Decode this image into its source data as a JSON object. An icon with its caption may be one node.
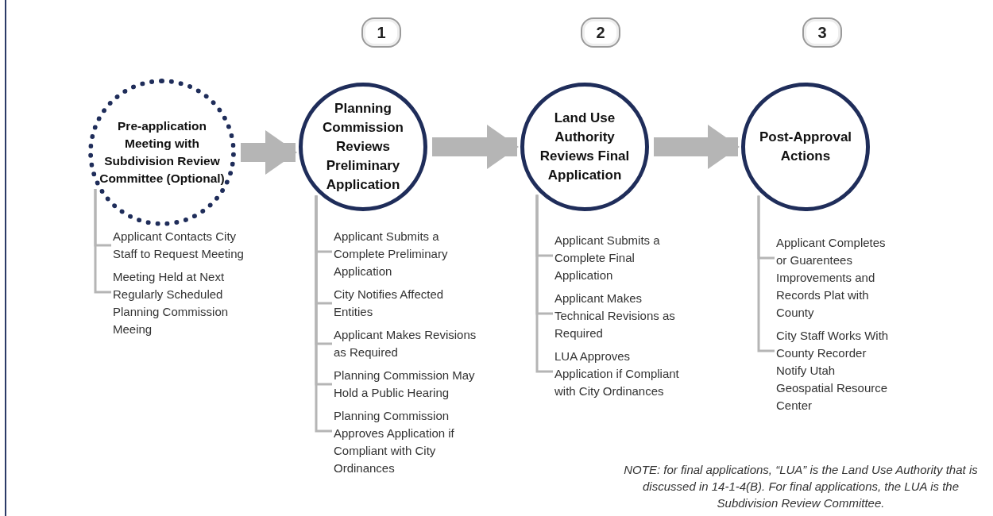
{
  "diagram": {
    "nodes": [
      {
        "text": [
          "Pre-application Meeting with Subdivision Review Committee (Optional)"
        ]
      },
      {
        "text": [
          "1"
        ]
      },
      {
        "text": [
          "Planning Commission Reviews Preliminary Application"
        ]
      },
      {
        "text": [
          "2"
        ]
      },
      {
        "text": [
          "Land Use Authority Reviews Final Application"
        ]
      },
      {
        "text": [
          "3"
        ]
      },
      {
        "text": [
          "Post-Approval Actions"
        ]
      },
      {
        "text": [
          "Applicant Contacts City Staff to Request Meeting"
        ]
      },
      {
        "text": [
          "Meeting Held at Next Regularly Scheduled Planning Commission Meeing"
        ]
      },
      {
        "text": [
          "Applicant Submits a Complete Preliminary Application"
        ]
      },
      {
        "text": [
          "City Notifies Affected Entities"
        ]
      },
      {
        "text": [
          "Applicant Makes Revisions as Required"
        ]
      },
      {
        "text": [
          "Planning Commission May Hold a Public Hearing"
        ]
      },
      {
        "text": [
          "Planning Commission Approves Application if Compliant with City Ordinances"
        ]
      },
      {
        "text": [
          "Applicant Submits a Complete Final Application"
        ]
      },
      {
        "text": [
          "Applicant Makes Technical Revisions as Required"
        ]
      },
      {
        "text": [
          "LUA Approves Application if Compliant with City Ordinances"
        ]
      },
      {
        "text": [
          "Applicant Completes or Guarentees Improvements and Records Plat with County"
        ]
      },
      {
        "text": [
          "City Staff Works With County Recorder Notify Utah Geospatial Resource Center"
        ]
      }
    ],
    "edges": [
      {
        "from": 0,
        "to": 2,
        "arrow": "to",
        "style": "thick"
      },
      {
        "from": 2,
        "to": 4,
        "arrow": "to",
        "style": "thick"
      },
      {
        "from": 4,
        "to": 6,
        "arrow": "to",
        "style": "thick"
      },
      {
        "from": 0,
        "to": 7,
        "arrow": "none"
      },
      {
        "from": 0,
        "to": 8,
        "arrow": "none"
      },
      {
        "from": 2,
        "to": 9,
        "arrow": "none"
      },
      {
        "from": 2,
        "to": 10,
        "arrow": "none"
      },
      {
        "from": 2,
        "to": 11,
        "arrow": "none"
      },
      {
        "from": 2,
        "to": 12,
        "arrow": "none"
      },
      {
        "from": 2,
        "to": 13,
        "arrow": "none"
      },
      {
        "from": 4,
        "to": 14,
        "arrow": "none"
      },
      {
        "from": 4,
        "to": 15,
        "arrow": "none"
      },
      {
        "from": 4,
        "to": 16,
        "arrow": "none"
      },
      {
        "from": 6,
        "to": 17,
        "arrow": "none"
      },
      {
        "from": 6,
        "to": 18,
        "arrow": "none"
      }
    ],
    "labels": [
      "NOTE: for final applications, “LUA” is the Land Use Authority that is discussed in 14-1-4(B).  For final applications, the LUA is the Subdivision Review Committee."
    ]
  }
}
